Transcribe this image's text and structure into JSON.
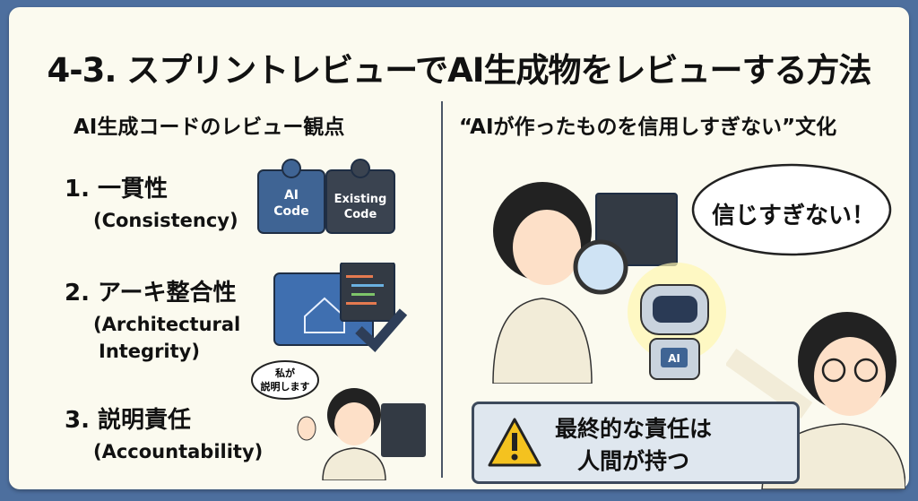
{
  "title": "4-3. スプリントレビューでAI生成物をレビューする方法",
  "left": {
    "heading": "AI生成コードのレビュー観点",
    "items": [
      {
        "label": "1. 一貫性",
        "english": "(Consistency)"
      },
      {
        "label": "2. アーキ整合性",
        "english": "(Architectural",
        "english2": "Integrity)"
      },
      {
        "label": "3. 説明責任",
        "english": "(Accountability)"
      }
    ],
    "puzzle": {
      "left": [
        "AI",
        "Code"
      ],
      "right": [
        "Existing",
        "Code"
      ]
    },
    "speech": [
      "私が",
      "説明します"
    ]
  },
  "right": {
    "heading": "“AIが作ったものを信用しすぎない”文化",
    "bubble": "信じすぎない！",
    "robot_label": "AI",
    "warning": [
      "最終的な責任は",
      "人間が持つ"
    ]
  },
  "colors": {
    "frame": "#4d6f9e",
    "card": "#fbfaef",
    "puzzle_blue": "#3f6494",
    "puzzle_dark": "#3a4350",
    "warn_bg": "#dfe7ef",
    "warn_yellow": "#f4c21f"
  }
}
